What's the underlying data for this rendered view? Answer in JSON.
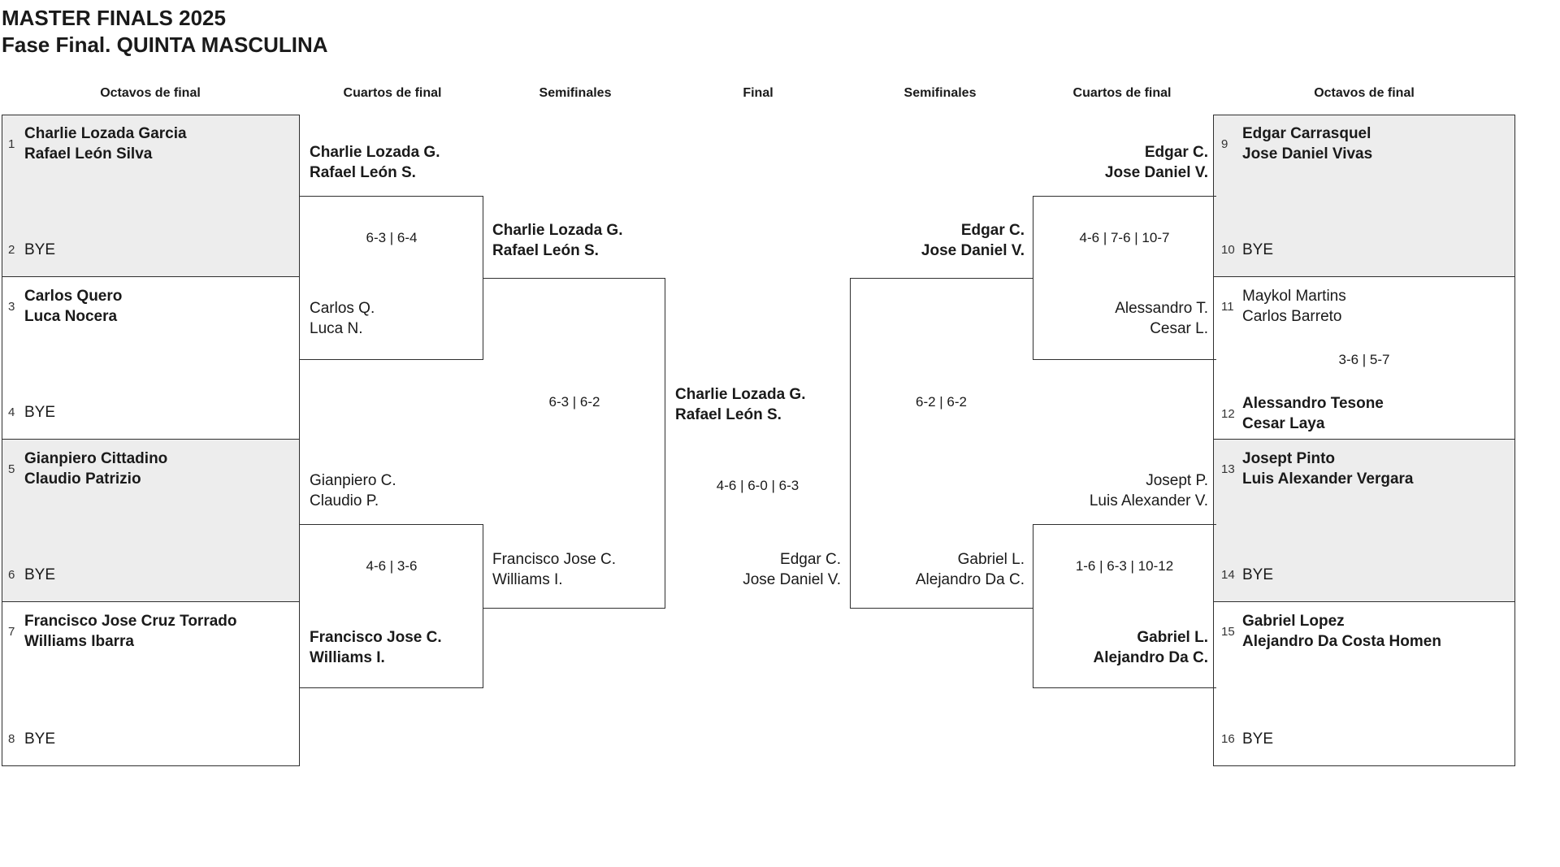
{
  "title": {
    "line1": "MASTER FINALS 2025",
    "line2": "Fase Final. QUINTA MASCULINA"
  },
  "headers": {
    "octavos_left": "Octavos de final",
    "cuartos_left": "Cuartos de final",
    "semis_left": "Semifinales",
    "final": "Final",
    "semis_right": "Semifinales",
    "cuartos_right": "Cuartos de final",
    "octavos_right": "Octavos de final"
  },
  "colors": {
    "box_fill_alt": "#ededed",
    "line": "#2f2f2f",
    "text": "#1a1a1a"
  },
  "octavos": {
    "left": [
      {
        "top_seed": "1",
        "top": [
          "Charlie Lozada Garcia",
          "Rafael León Silva"
        ],
        "bottom_seed": "2",
        "bottom": [
          "BYE"
        ],
        "score": ""
      },
      {
        "top_seed": "3",
        "top": [
          "Carlos Quero",
          "Luca Nocera"
        ],
        "bottom_seed": "4",
        "bottom": [
          "BYE"
        ],
        "score": ""
      },
      {
        "top_seed": "5",
        "top": [
          "Gianpiero Cittadino",
          "Claudio Patrizio"
        ],
        "bottom_seed": "6",
        "bottom": [
          "BYE"
        ],
        "score": ""
      },
      {
        "top_seed": "7",
        "top": [
          "Francisco Jose Cruz Torrado",
          "Williams Ibarra"
        ],
        "bottom_seed": "8",
        "bottom": [
          "BYE"
        ],
        "score": ""
      }
    ],
    "right": [
      {
        "top_seed": "9",
        "top": [
          "Edgar Carrasquel",
          "Jose Daniel Vivas"
        ],
        "bottom_seed": "10",
        "bottom": [
          "BYE"
        ],
        "score": ""
      },
      {
        "top_seed": "11",
        "top": [
          "Maykol Martins",
          "Carlos Barreto"
        ],
        "bottom_seed": "12",
        "bottom": [
          "Alessandro Tesone",
          "Cesar Laya"
        ],
        "score": "3-6 | 5-7"
      },
      {
        "top_seed": "13",
        "top": [
          "Josept Pinto",
          "Luis Alexander Vergara"
        ],
        "bottom_seed": "14",
        "bottom": [
          "BYE"
        ],
        "score": ""
      },
      {
        "top_seed": "15",
        "top": [
          "Gabriel Lopez",
          "Alejandro Da Costa Homen"
        ],
        "bottom_seed": "16",
        "bottom": [
          "BYE"
        ],
        "score": ""
      }
    ]
  },
  "cuartos": {
    "left": [
      {
        "top": [
          "Charlie Lozada G.",
          "Rafael León S."
        ],
        "score": "6-3 | 6-4",
        "bottom": [
          "Carlos Q.",
          "Luca N."
        ]
      },
      {
        "top": [
          "Gianpiero C.",
          "Claudio P."
        ],
        "score": "4-6 | 3-6",
        "bottom": [
          "Francisco Jose C.",
          "Williams I."
        ]
      }
    ],
    "right": [
      {
        "top": [
          "Edgar C.",
          "Jose Daniel V."
        ],
        "score": "4-6 | 7-6 | 10-7",
        "bottom": [
          "Alessandro T.",
          "Cesar L."
        ]
      },
      {
        "top": [
          "Josept P.",
          "Luis Alexander V."
        ],
        "score": "1-6 | 6-3 | 10-12",
        "bottom": [
          "Gabriel L.",
          "Alejandro Da C."
        ]
      }
    ]
  },
  "semifinales": {
    "left": {
      "top": [
        "Charlie Lozada G.",
        "Rafael León S."
      ],
      "score": "6-3 | 6-2",
      "bottom": [
        "Francisco Jose C.",
        "Williams I."
      ]
    },
    "right": {
      "top": [
        "Edgar C.",
        "Jose Daniel V."
      ],
      "score": "6-2 | 6-2",
      "bottom": [
        "Gabriel L.",
        "Alejandro Da C."
      ]
    }
  },
  "final": {
    "top": [
      "Charlie Lozada G.",
      "Rafael León S."
    ],
    "score": "4-6 | 6-0 | 6-3",
    "bottom": [
      "Edgar C.",
      "Jose Daniel V."
    ]
  }
}
